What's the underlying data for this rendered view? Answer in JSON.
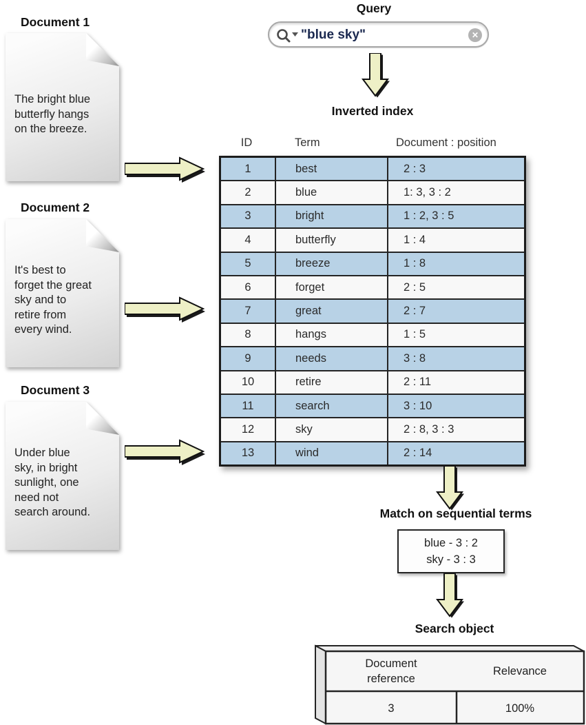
{
  "query": {
    "label": "Query",
    "search_text": "\"blue sky\""
  },
  "documents": [
    {
      "label": "Document 1",
      "text": "The bright blue\nbutterfly hangs\non the breeze."
    },
    {
      "label": "Document 2",
      "text": "It's best to\nforget the great\nsky and to\nretire from\nevery wind."
    },
    {
      "label": "Document 3",
      "text": "Under blue\nsky, in bright\nsunlight, one\nneed not\nsearch around."
    }
  ],
  "inverted_index": {
    "title": "Inverted index",
    "columns": [
      "ID",
      "Term",
      "Document : position"
    ],
    "rows": [
      {
        "id": "1",
        "term": "best",
        "positions": "2 : 3"
      },
      {
        "id": "2",
        "term": "blue",
        "positions": "1: 3, 3 : 2"
      },
      {
        "id": "3",
        "term": "bright",
        "positions": "1 : 2, 3 : 5"
      },
      {
        "id": "4",
        "term": "butterfly",
        "positions": "1 : 4"
      },
      {
        "id": "5",
        "term": "breeze",
        "positions": "1 : 8"
      },
      {
        "id": "6",
        "term": "forget",
        "positions": "2 : 5"
      },
      {
        "id": "7",
        "term": "great",
        "positions": "2 : 7"
      },
      {
        "id": "8",
        "term": "hangs",
        "positions": "1 : 5"
      },
      {
        "id": "9",
        "term": "needs",
        "positions": "3 : 8"
      },
      {
        "id": "10",
        "term": "retire",
        "positions": "2 : 11"
      },
      {
        "id": "11",
        "term": "search",
        "positions": "3 : 10"
      },
      {
        "id": "12",
        "term": "sky",
        "positions": "2 : 8, 3 : 3"
      },
      {
        "id": "13",
        "term": "wind",
        "positions": "2 : 14"
      }
    ]
  },
  "match": {
    "title": "Match on sequential terms",
    "text": "blue - 3 : 2\nsky -  3 : 3"
  },
  "search_object": {
    "title": "Search object",
    "columns": [
      "Document\nreference",
      "Relevance"
    ],
    "row": {
      "document_reference": "3",
      "relevance": "100%"
    }
  },
  "colors": {
    "row_highlight": "#b8d2e6",
    "row_plain": "#f8f8f8",
    "arrow_fill": "#eef0c6",
    "table_border": "#1c1c1c",
    "search_text_color": "#1b2950"
  }
}
